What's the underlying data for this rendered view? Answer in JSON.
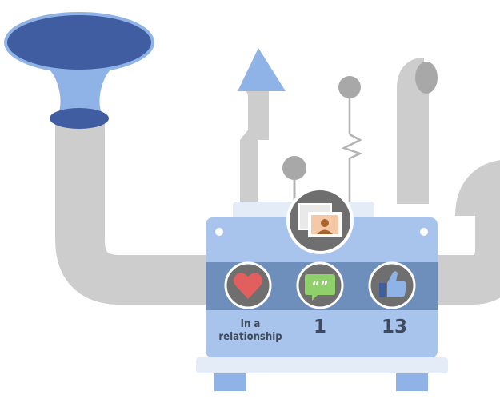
{
  "colors": {
    "pipe": "#cdcdcd",
    "pipe_shade": "#b9b9b9",
    "funnel_blue": "#8fb3e6",
    "funnel_dark": "#3f5da0",
    "machine_body": "#a9c4ec",
    "machine_base": "#e4ecf7",
    "stats_band": "#6e8fbb",
    "icon_ring": "#6f6f6f",
    "arrow_blue": "#8fb3e6",
    "label_text": "#3f4a5e"
  },
  "icons": {
    "top": "profile-photo-icon",
    "left": "heart-icon",
    "middle": "quote-speech-bubble-icon",
    "right": "thumbs-up-icon"
  },
  "stats": {
    "relationship": "In a relationship",
    "comments": "1",
    "likes": "13"
  }
}
